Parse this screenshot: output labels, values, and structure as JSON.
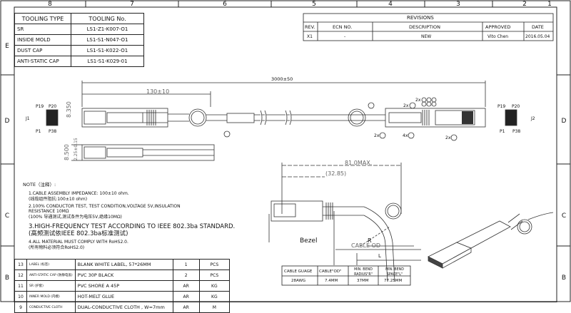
{
  "frame": {
    "col_labels": [
      "8",
      "7",
      "6",
      "5",
      "4",
      "3",
      "2",
      "1"
    ],
    "row_labels": [
      "E",
      "D",
      "C",
      "B"
    ]
  },
  "tooling": {
    "header": [
      "TOOLING TYPE",
      "TOOLING No."
    ],
    "rows": [
      [
        "SR",
        "LS1-Z1-K007-O1"
      ],
      [
        "INSIDE MOLD",
        "LS1-S1-N047-O1"
      ],
      [
        "DUST CAP",
        "LS1-S1-K022-O1"
      ],
      [
        "ANTI-STATIC CAP",
        "LS1-S1-K029-01"
      ]
    ]
  },
  "revisions": {
    "title": "REVISIONS",
    "headers": [
      "REV.",
      "ECN NO.",
      "DESCRIPTION",
      "APPROVED",
      "DATE"
    ],
    "row": [
      "X1",
      "-",
      "NEW",
      "Vito Chen",
      "2016.05.04"
    ]
  },
  "drawing": {
    "overall_length": "3000±50",
    "connector_length": "130±10",
    "dim_left_1": "8.350",
    "dim_left_2": "8.500",
    "dim_left_3": "2.25±0.15",
    "j1": "J1",
    "j2": "J2",
    "p19": "P19",
    "p20": "P20",
    "p1": "P1",
    "p38": "P38",
    "callouts": [
      "2x",
      "2x",
      "2x",
      "4x",
      "2x"
    ],
    "detail_length": "81.0MAX.",
    "detail_inner": "(32.85)",
    "bezel": "Bezel",
    "r": "R",
    "cable_od": "CABLE OD",
    "l": "L"
  },
  "notes": {
    "title": "NOTE（注释）:",
    "items": [
      "1.CABLE ASSEMBLY IMPEDANCE: 100±10 ohm.",
      "(线缆组件阻抗:100±10 ohm)",
      "2.100% CONDUCTOR TEST, TEST CONDITION,VOLTAGE 5V,INSULATION",
      "RESISTANCE 10MΩ",
      "(100% 导通测试,测试条件为电压5V,绝缘10MΩ)",
      "3.HIGH-FREQUENCY TEST ACCORDING TO IEEE 802.3ba  STANDARD.",
      "(高频测试依IEEE 802.3ba标准测试)",
      "4.ALL MATERIAL MUST COMPLY WITH RoHS2.0.",
      "(所有物料必须符合RoHS2.0)"
    ]
  },
  "bom": {
    "rows": [
      [
        "13",
        "LABEL (标签)",
        "BLANK WHITE LABEL, 57*26MM",
        "1",
        "PCS"
      ],
      [
        "12",
        "ANTI-STATIC CAP (防静电盖)",
        "PVC 30P BLACK",
        "2",
        "PCS"
      ],
      [
        "11",
        "SR (护套)",
        "PVC SHORE A 45P",
        "AR",
        "KG"
      ],
      [
        "10",
        "INNER MOLD (内模)",
        "HOT-MELT GLUE",
        "AR",
        "KG"
      ],
      [
        "9",
        "CONDUCTIVE CLOTH",
        "DUAL-CONDUCTIVE CLOTH , W=7mm",
        "AR",
        "M"
      ]
    ]
  },
  "bend_table": {
    "headers": [
      "CABLE GUAGE",
      "CABLE\"OD\"",
      "MIN. BEND RADIUS\"R\"",
      "MIN. BEND SPACE\"L\""
    ],
    "row": [
      "28AWG",
      "7.4MM",
      "37MM",
      "77.25MM"
    ]
  }
}
